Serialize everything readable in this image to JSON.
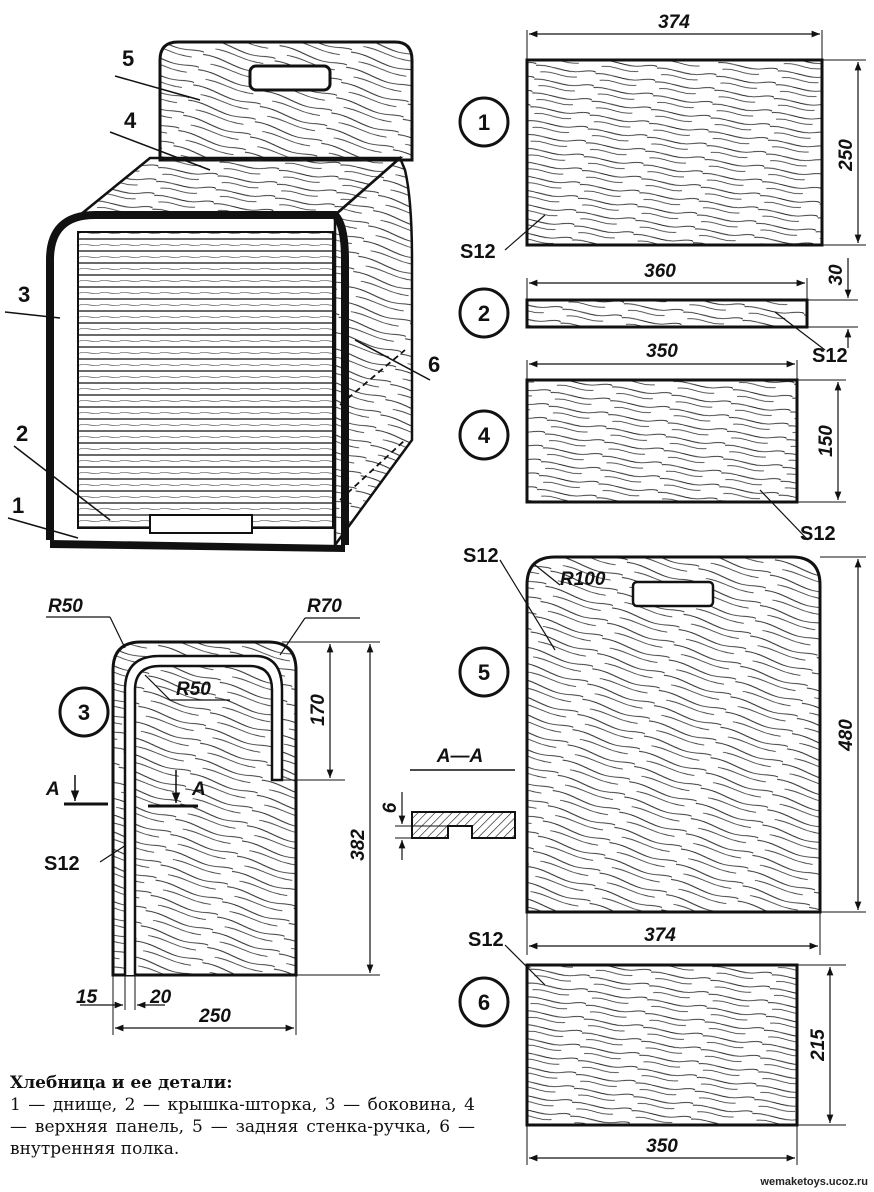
{
  "overview": {
    "callouts": [
      "1",
      "2",
      "3",
      "4",
      "5",
      "6"
    ]
  },
  "parts": [
    {
      "id": "1",
      "thickness": "S12",
      "width": "374",
      "height": "250"
    },
    {
      "id": "2",
      "thickness": "S12",
      "width": "360",
      "height": "30"
    },
    {
      "id": "4",
      "thickness": "S12",
      "width": "350",
      "height": "150"
    },
    {
      "id": "5",
      "thickness": "S12",
      "width": "374",
      "height": "480",
      "radius": "R100"
    },
    {
      "id": "6",
      "thickness": "S12",
      "width": "350",
      "height": "215"
    }
  ],
  "side_panel": {
    "id": "3",
    "thickness": "S12",
    "radius_outer_left": "R50",
    "radius_outer_right": "R70",
    "radius_inner": "R50",
    "slot_depth": "170",
    "height": "382",
    "width": "250",
    "groove_offset": "15",
    "groove_gap": "20",
    "section_mark_left": "A",
    "section_mark_right": "A"
  },
  "section": {
    "title": "A—A",
    "depth": "6"
  },
  "caption": {
    "title": "Хлебница и ее детали:",
    "body": "1 — днище, 2 — крышка-шторка, 3 — боковина, 4 — верхняя панель, 5 — задняя стенка-ручка, 6 — внутренняя полка."
  },
  "footer": "wemaketoys.ucoz.ru"
}
